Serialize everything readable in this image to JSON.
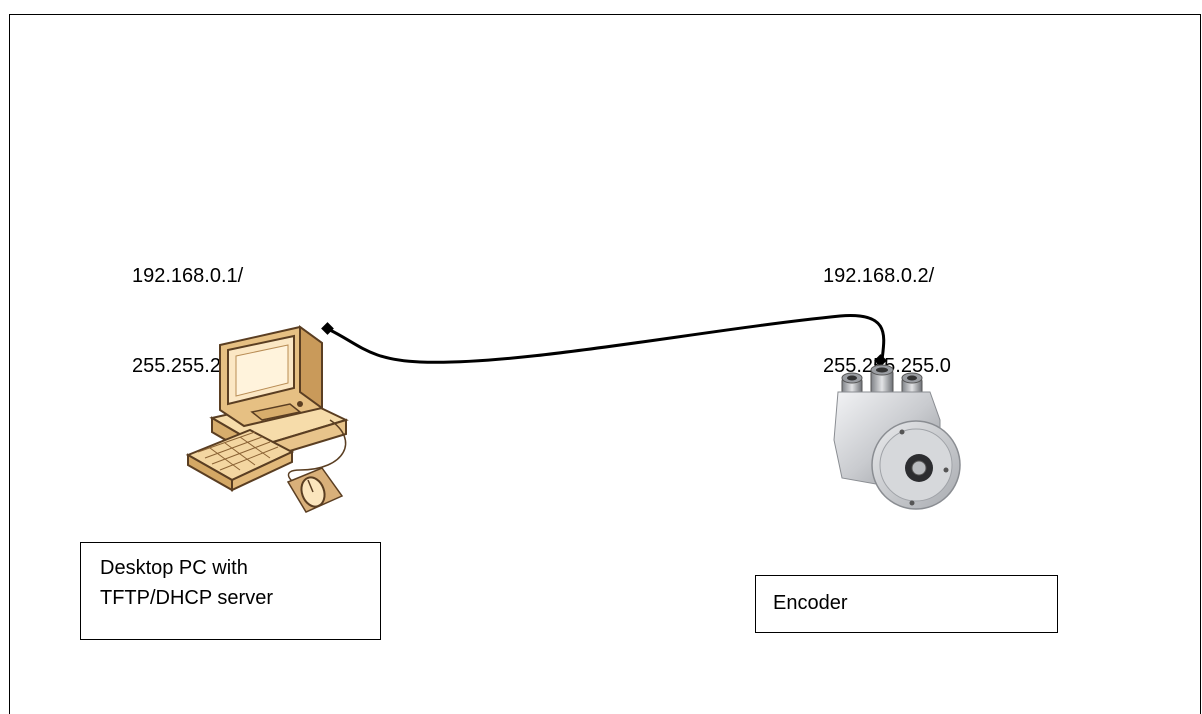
{
  "pc": {
    "ip_address": "192.168.0.1/",
    "subnet_mask": "255.255.255.0",
    "label_line1": "Desktop PC with",
    "label_line2": "TFTP/DHCP server"
  },
  "encoder": {
    "ip_address": "192.168.0.2/",
    "subnet_mask": "255.255.255.0",
    "label": "Encoder"
  },
  "icons": {
    "pc": "desktop-computer-icon",
    "encoder": "rotary-encoder-icon"
  },
  "colors": {
    "line": "#000000",
    "pc_beige": "#f4d8a4",
    "pc_dark": "#5a3e22",
    "encoder_metal": "#c8c9cc"
  }
}
